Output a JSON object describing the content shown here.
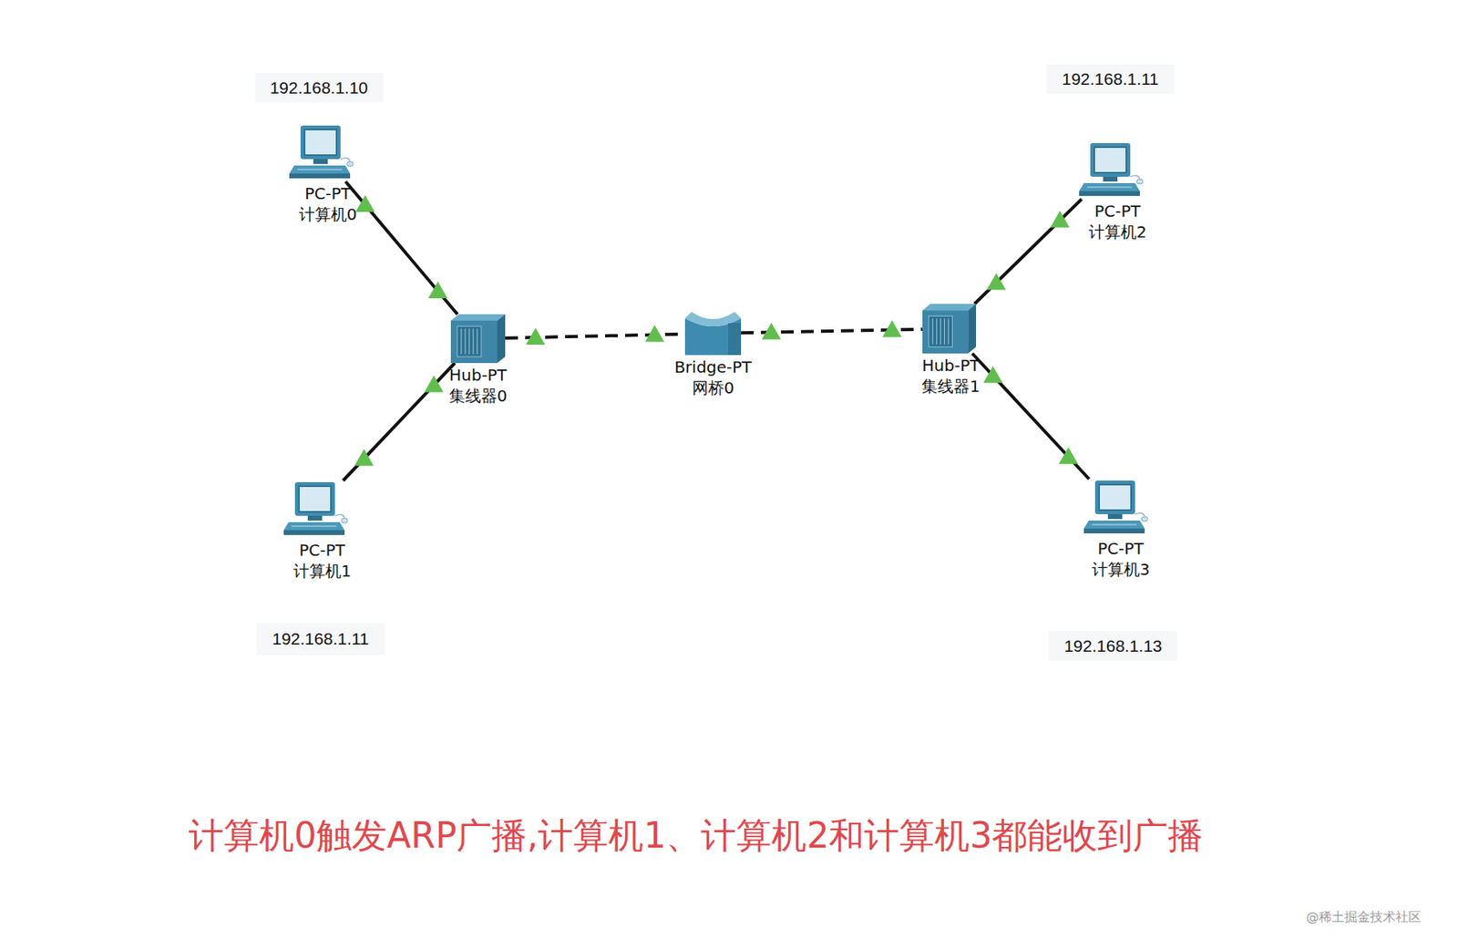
{
  "diagram": {
    "caption": "计算机0触发ARP广播,计算机1、计算机2和计算机3都能收到广播",
    "nodes": [
      {
        "text": [
          "192.168.1.10"
        ]
      },
      {
        "text": [
          "PC-PT",
          "计算机0"
        ]
      },
      {
        "text": [
          "Hub-PT",
          "集线器0"
        ]
      },
      {
        "text": [
          "PC-PT",
          "计算机1"
        ]
      },
      {
        "text": [
          "192.168.1.11"
        ]
      },
      {
        "text": [
          "Bridge-PT",
          "网桥0"
        ]
      },
      {
        "text": [
          "192.168.1.11"
        ]
      },
      {
        "text": [
          "PC-PT",
          "计算机2"
        ]
      },
      {
        "text": [
          "Hub-PT",
          "集线器1"
        ]
      },
      {
        "text": [
          "PC-PT",
          "计算机3"
        ]
      },
      {
        "text": [
          "192.168.1.13"
        ]
      }
    ],
    "edges": [
      {
        "from": 1,
        "to": 2,
        "arrow": "none"
      },
      {
        "from": 3,
        "to": 2,
        "arrow": "none"
      },
      {
        "from": 2,
        "to": 5,
        "arrow": "none"
      },
      {
        "from": 5,
        "to": 8,
        "arrow": "none"
      },
      {
        "from": 8,
        "to": 7,
        "arrow": "none"
      },
      {
        "from": 8,
        "to": 9,
        "arrow": "none"
      }
    ],
    "labels": [
      "@稀土掘金技术社区"
    ]
  }
}
